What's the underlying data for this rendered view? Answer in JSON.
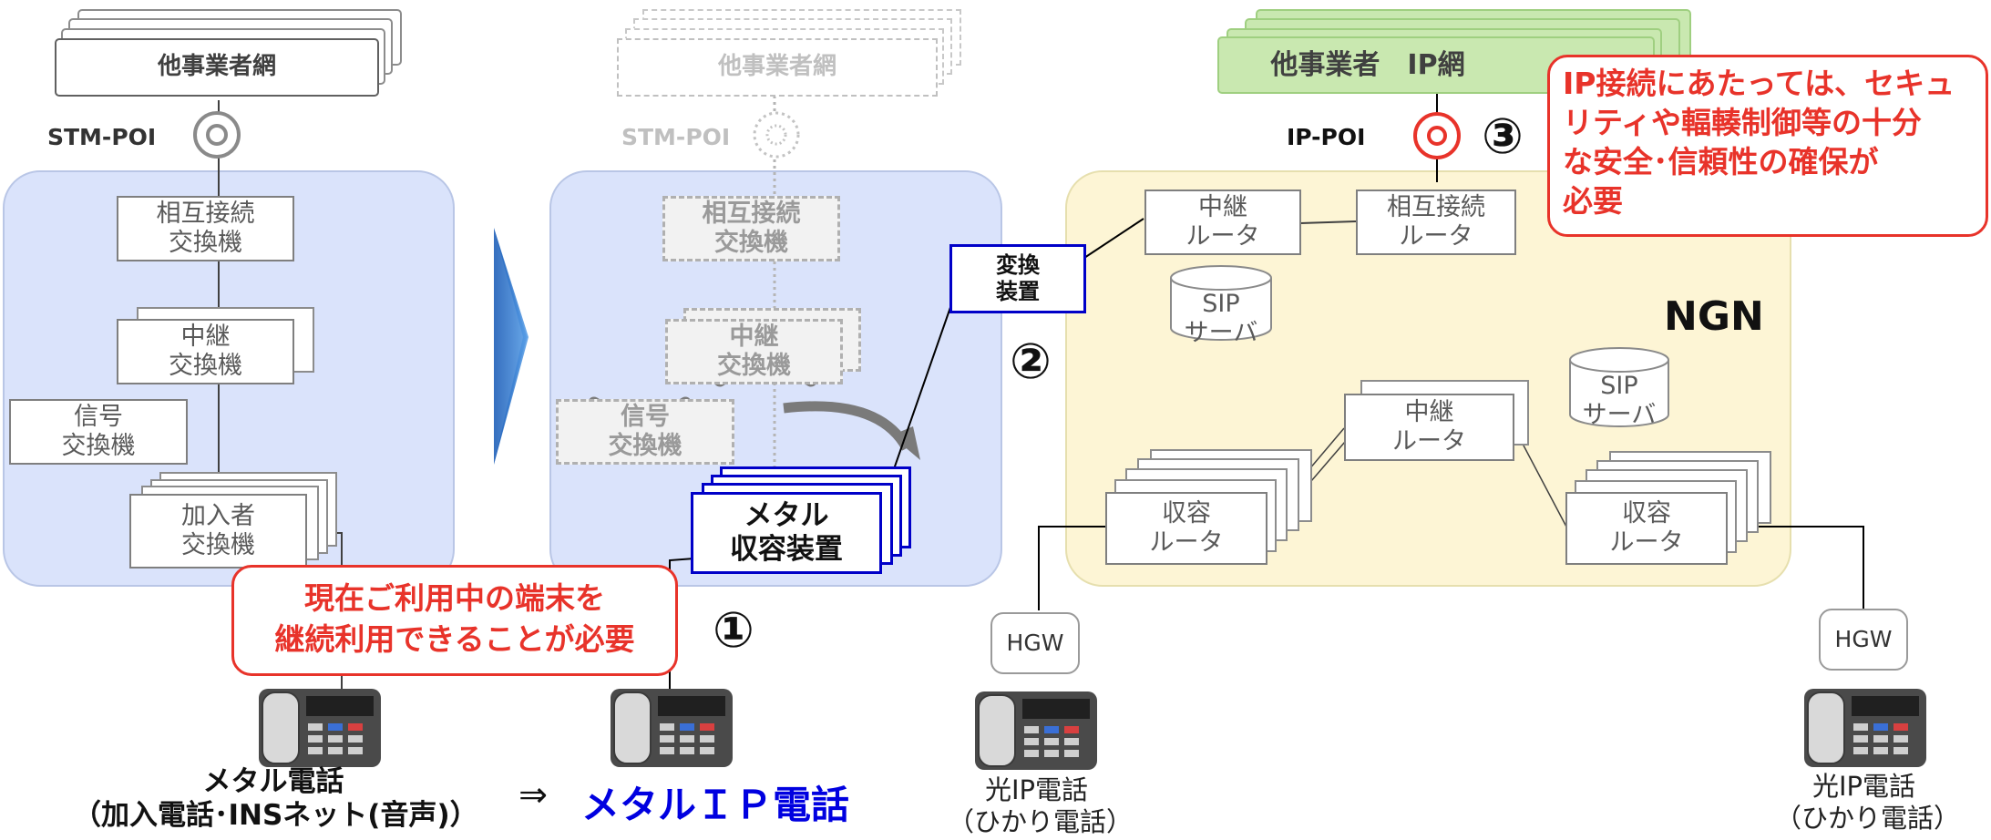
{
  "left": {
    "carrier_network": "他事業者網",
    "poi_label": "STM-POI",
    "interconnect_switch": [
      "相互接続",
      "交換機"
    ],
    "relay_switch": [
      "中継",
      "交換機"
    ],
    "signal_switch": [
      "信号",
      "交換機"
    ],
    "subscriber_switch": [
      "加入者",
      "交換機"
    ],
    "phone_caption": [
      "メタル電話",
      "（加入電話･INSネット(音声)）"
    ]
  },
  "middle": {
    "carrier_network": "他事業者網",
    "poi_label": "STM-POI",
    "removed_interconnect": [
      "相互接続",
      "交換機"
    ],
    "removed_relay": [
      "中継",
      "交換機"
    ],
    "removed_signal": [
      "信号",
      "交換機"
    ],
    "metal_unit": [
      "メタル",
      "収容装置"
    ],
    "convert_unit": [
      "変換",
      "装置"
    ],
    "arrow_symbol": "⇒",
    "phone_caption": "メタルＩＰ電話"
  },
  "right": {
    "carrier_network": "他事業者　IP網",
    "poi_label": "IP-POI",
    "relay_router_top": [
      "中継",
      "ルータ"
    ],
    "interconnect_router": [
      "相互接続",
      "ルータ"
    ],
    "sip_server_1": [
      "SIP",
      "サーバ"
    ],
    "sip_server_2": [
      "SIP",
      "サーバ"
    ],
    "ngn_label": "NGN",
    "relay_router_mid": [
      "中継",
      "ルータ"
    ],
    "edge_router_left": [
      "収容",
      "ルータ"
    ],
    "edge_router_right": [
      "収容",
      "ルータ"
    ],
    "hgw_left": "HGW",
    "hgw_right": "HGW",
    "phone_caption_left": [
      "光IP電話",
      "（ひかり電話）"
    ],
    "phone_caption_right": [
      "光IP電話",
      "（ひかり電話）"
    ]
  },
  "markers": {
    "m1": "①",
    "m2": "②",
    "m3": "③"
  },
  "callouts": {
    "terminal": [
      "現在ご利用中の端末を",
      "継続利用できることが必要"
    ],
    "security": [
      "IP接続にあたっては、セキュ",
      "リティや輻輳制御等の十分",
      "な安全･信頼性の確保が",
      "必要"
    ]
  },
  "colors": {
    "panel_blue": "#dae3fb",
    "panel_yellow": "#fdf5d5",
    "accent_red": "#e8332a",
    "accent_blue": "#0000e0",
    "green_header": "#c9e8b0",
    "arrow_blue": "#3b7fd0"
  }
}
